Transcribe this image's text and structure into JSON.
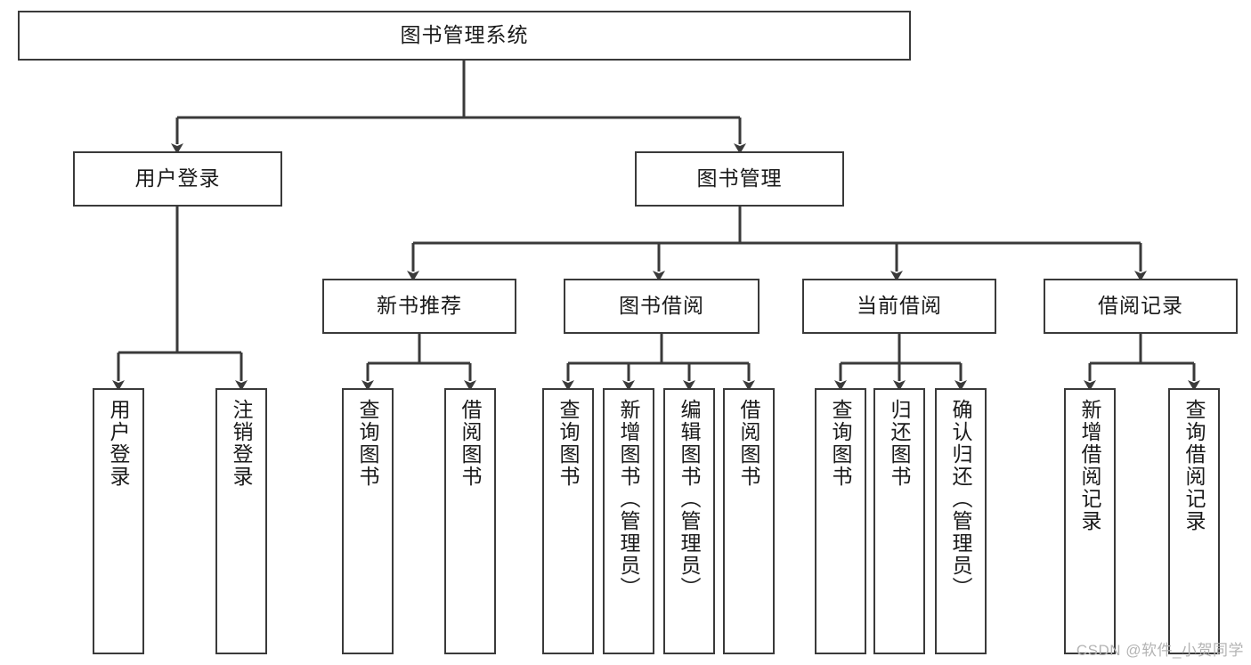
{
  "diagram": {
    "title": "图书管理系统",
    "type": "hierarchy-tree",
    "watermark": "CSDN @软件_小贺同学",
    "colors": {
      "border": "#3a3a3a",
      "background": "#ffffff",
      "text": "#1a1a1a",
      "watermark": "#b4b4b4"
    }
  },
  "nodes": {
    "root": {
      "label": "图书管理系统"
    },
    "level2": [
      {
        "label": "用户登录"
      },
      {
        "label": "图书管理"
      }
    ],
    "level3": [
      {
        "label": "新书推荐"
      },
      {
        "label": "图书借阅"
      },
      {
        "label": "当前借阅"
      },
      {
        "label": "借阅记录"
      }
    ],
    "leaves": {
      "user_login": [
        {
          "label": "用户登录"
        },
        {
          "label": "注销登录"
        }
      ],
      "new_book_recommend": [
        {
          "label": "查询图书"
        },
        {
          "label": "借阅图书"
        }
      ],
      "book_borrow": [
        {
          "label": "查询图书"
        },
        {
          "label": "新增图书（管理员）"
        },
        {
          "label": "编辑图书（管理员）"
        },
        {
          "label": "借阅图书"
        }
      ],
      "current_borrow": [
        {
          "label": "查询图书"
        },
        {
          "label": "归还图书"
        },
        {
          "label": "确认归还（管理员）"
        }
      ],
      "borrow_record": [
        {
          "label": "新增借阅记录"
        },
        {
          "label": "查询借阅记录"
        }
      ]
    }
  }
}
